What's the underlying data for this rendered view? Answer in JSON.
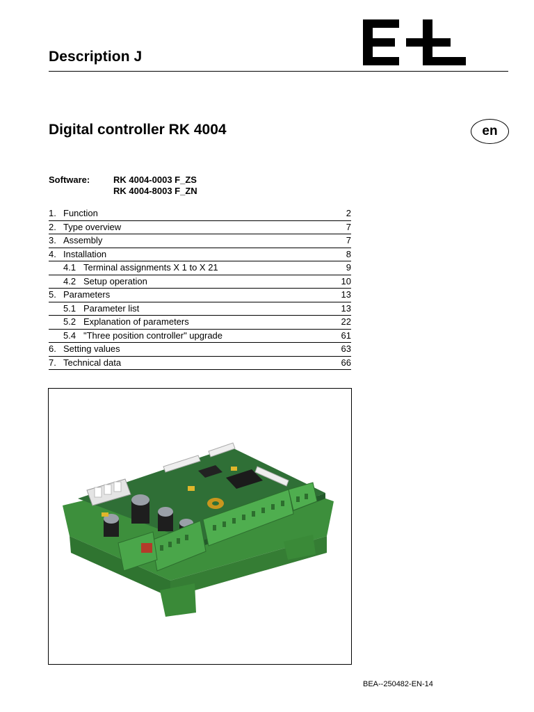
{
  "header": {
    "doc_title": "Description J",
    "logo_text": "EŁ"
  },
  "product": {
    "title": "Digital controller RK 4004",
    "language_badge": "en"
  },
  "software": {
    "label": "Software:",
    "versions": [
      "RK 4004-0003 F_ZS",
      "RK 4004-8003 F_ZN"
    ]
  },
  "toc": [
    {
      "num": "1.",
      "label": "Function",
      "page": "2",
      "sub": false
    },
    {
      "num": "2.",
      "label": "Type overview",
      "page": "7",
      "sub": false
    },
    {
      "num": "3.",
      "label": "Assembly",
      "page": "7",
      "sub": false
    },
    {
      "num": "4.",
      "label": "Installation",
      "page": "8",
      "sub": false
    },
    {
      "num": "4.1",
      "label": "Terminal assignments X 1 to X 21",
      "page": "9",
      "sub": true
    },
    {
      "num": "4.2",
      "label": "Setup operation",
      "page": "10",
      "sub": true
    },
    {
      "num": "5.",
      "label": "Parameters",
      "page": "13",
      "sub": false
    },
    {
      "num": "5.1",
      "label": "Parameter list",
      "page": "13",
      "sub": true
    },
    {
      "num": "5.2",
      "label": "Explanation of parameters",
      "page": "22",
      "sub": true
    },
    {
      "num": "5.4",
      "label": "\"Three position controller\" upgrade",
      "page": "61",
      "sub": true
    },
    {
      "num": "6.",
      "label": "Setting values",
      "page": "63",
      "sub": false
    },
    {
      "num": "7.",
      "label": "Technical data",
      "page": "66",
      "sub": false
    }
  ],
  "photo": {
    "subject": "circuit-board-photo"
  },
  "footer": {
    "doc_code": "BEA--250482-EN-14"
  },
  "colors": {
    "text": "#000000",
    "board_green": "#3f8a3a",
    "terminal_green": "#48a84a"
  }
}
